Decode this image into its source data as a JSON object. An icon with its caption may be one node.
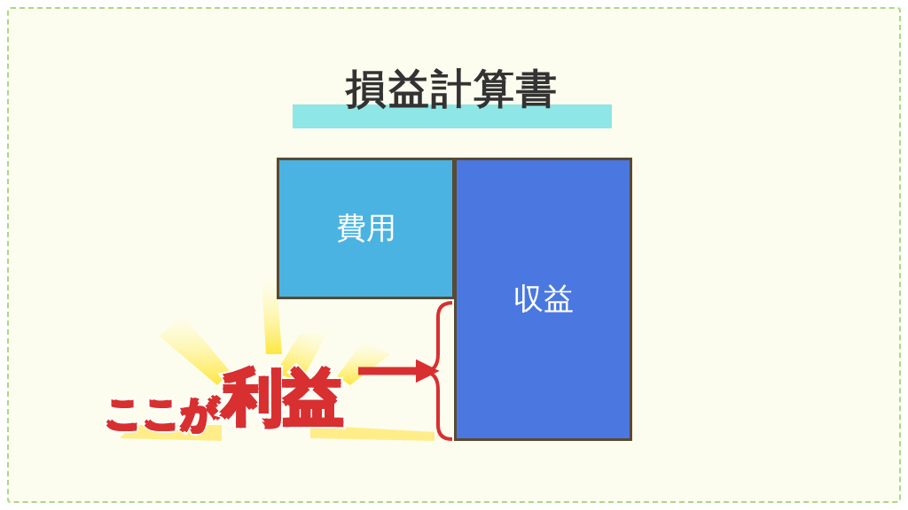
{
  "diagram": {
    "title": "損益計算書",
    "nodes": [
      {
        "text": [
          "費用"
        ]
      },
      {
        "text": [
          "収益"
        ]
      },
      {
        "text": [
          "ここが",
          "利益"
        ]
      },
      {
        "text": [],
        "shape": "brace"
      }
    ],
    "edges": [
      {
        "from": 2,
        "to": 3,
        "arrow": "to"
      }
    ]
  }
}
